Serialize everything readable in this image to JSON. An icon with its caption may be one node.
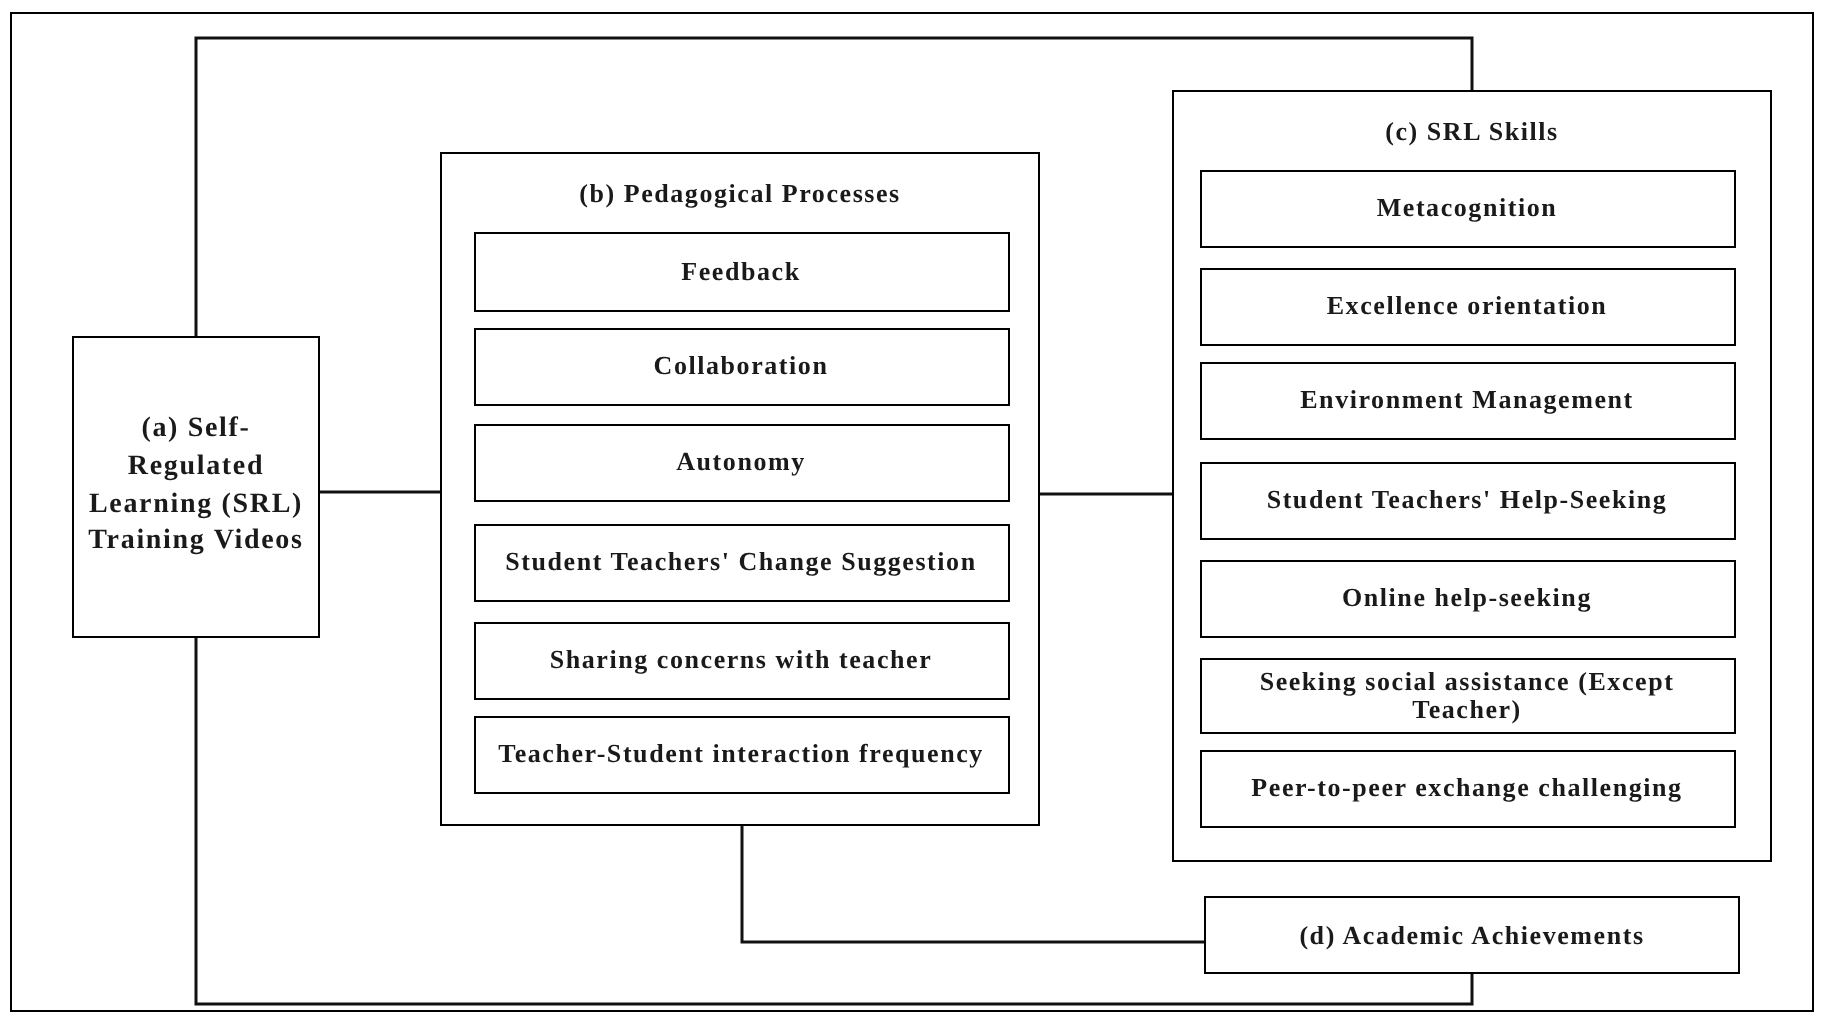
{
  "diagram": {
    "nodes": [
      {
        "text": [
          "(a) Self-Regulated Learning (SRL) Training Videos"
        ]
      },
      {
        "text": [
          "(b) Pedagogical Processes"
        ]
      },
      {
        "text": [
          "Feedback"
        ],
        "in": 1
      },
      {
        "text": [
          "Collaboration"
        ],
        "in": 1
      },
      {
        "text": [
          "Autonomy"
        ],
        "in": 1
      },
      {
        "text": [
          "Student Teachers' Change Suggestion"
        ],
        "in": 1
      },
      {
        "text": [
          "Sharing concerns with teacher"
        ],
        "in": 1
      },
      {
        "text": [
          "Teacher-Student interaction frequency"
        ],
        "in": 1
      },
      {
        "text": [
          "(c) SRL Skills"
        ]
      },
      {
        "text": [
          "Metacognition"
        ],
        "in": 8
      },
      {
        "text": [
          "Excellence orientation"
        ],
        "in": 8
      },
      {
        "text": [
          "Environment Management"
        ],
        "in": 8
      },
      {
        "text": [
          "Student Teachers' Help-Seeking"
        ],
        "in": 8
      },
      {
        "text": [
          "Online help-seeking"
        ],
        "in": 8
      },
      {
        "text": [
          "Seeking social assistance (Except Teacher)"
        ],
        "in": 8
      },
      {
        "text": [
          "Peer-to-peer exchange challenging"
        ],
        "in": 8
      },
      {
        "text": [
          "(d) Academic Achievements"
        ]
      }
    ],
    "edges": [
      {
        "from": 0,
        "to": 1,
        "arrow": "none"
      },
      {
        "from": 1,
        "to": 8,
        "arrow": "none"
      },
      {
        "from": 0,
        "to": 8,
        "arrow": "none"
      },
      {
        "from": 0,
        "to": 16,
        "arrow": "none"
      },
      {
        "from": 1,
        "to": 16,
        "arrow": "none"
      }
    ]
  }
}
